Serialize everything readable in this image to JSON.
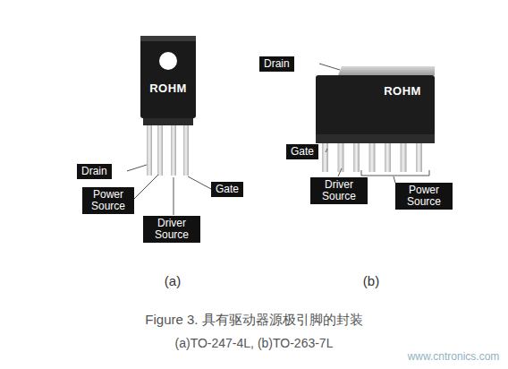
{
  "diagram": {
    "caption": "Figure 3. 具有驱动器源极引脚的封装",
    "nodes": [
      {
        "text": [
          "Drain"
        ]
      },
      {
        "text": [
          "Power Source"
        ]
      },
      {
        "text": [
          "Driver Source"
        ]
      },
      {
        "text": [
          "Gate"
        ]
      },
      {
        "text": [
          "Drain"
        ]
      },
      {
        "text": [
          "Gate"
        ]
      },
      {
        "text": [
          "Driver Source"
        ]
      },
      {
        "text": [
          "Power Source"
        ]
      }
    ],
    "labels": [
      "ROHM",
      "ROHM",
      "(a)",
      "(b)",
      "(a)TO-247-4L, (b)TO-263-7L",
      "www.cntronics.com"
    ]
  }
}
